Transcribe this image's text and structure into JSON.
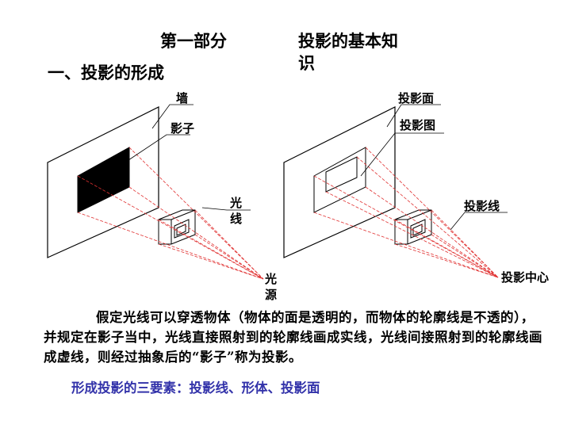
{
  "title": {
    "part": "第一部分",
    "topic": "投影的基本知识"
  },
  "section_heading": "一、投影的形成",
  "left_diagram": {
    "wall": "墙",
    "shadow": "影子",
    "light_ray": "光线",
    "light_source": "光源"
  },
  "right_diagram": {
    "projection_plane": "投影面",
    "projection_view": "投影图",
    "projection_line": "投影线",
    "projection_center": "投影中心"
  },
  "paragraph": "假定光线可以穿透物体（物体的面是透明的，而物体的轮廓线是不透的），并规定在影子当中，光线直接照射到的轮廓线画成实线，光线间接照射到的轮廓线画成虚线，则经过抽象后的“影子”称为投影。",
  "summary": "形成投影的三要素：投影线、形体、投影面",
  "colors": {
    "ray": "#e03030",
    "summary_text": "#3333aa"
  }
}
